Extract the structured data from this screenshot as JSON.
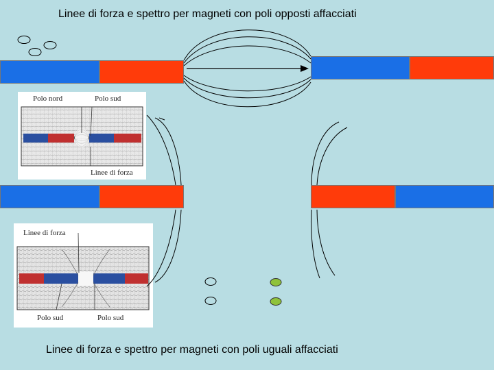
{
  "slide": {
    "background": "#b8dde3",
    "title_top": "Linee di forza e spettro per magneti con poli opposti affacciati",
    "title_bottom": "Linee di forza e spettro per magneti con poli uguali affacciati"
  },
  "colors": {
    "north": "#1a6fe6",
    "south": "#ff3b0a",
    "ball": "#8fc23a"
  },
  "photo_opposite": {
    "label_north": "Polo nord",
    "label_south": "Polo sud",
    "label_lines": "Linee di forza"
  },
  "photo_same": {
    "label_lines": "Linee di forza",
    "label_south_left": "Polo sud",
    "label_south_right": "Polo sud"
  }
}
